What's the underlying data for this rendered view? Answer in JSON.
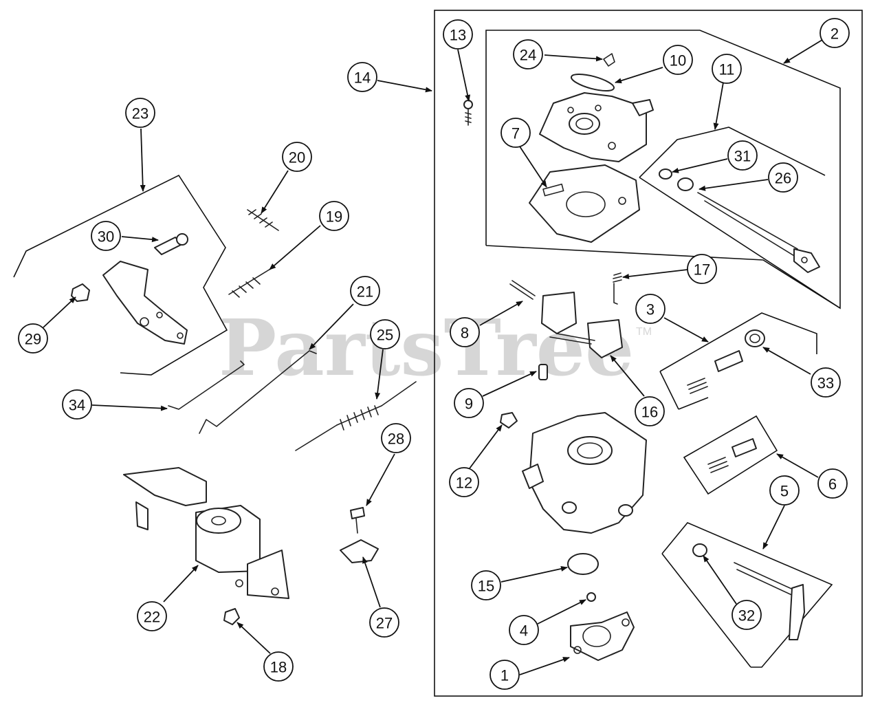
{
  "watermark": {
    "brand": "PartsTree",
    "trademark": "TM"
  },
  "callouts": [
    {
      "id": "c1",
      "label": "1"
    },
    {
      "id": "c2",
      "label": "2"
    },
    {
      "id": "c3",
      "label": "3"
    },
    {
      "id": "c4",
      "label": "4"
    },
    {
      "id": "c5",
      "label": "5"
    },
    {
      "id": "c6",
      "label": "6"
    },
    {
      "id": "c7",
      "label": "7"
    },
    {
      "id": "c8",
      "label": "8"
    },
    {
      "id": "c9",
      "label": "9"
    },
    {
      "id": "c10",
      "label": "10"
    },
    {
      "id": "c11",
      "label": "11"
    },
    {
      "id": "c12",
      "label": "12"
    },
    {
      "id": "c13",
      "label": "13"
    },
    {
      "id": "c14",
      "label": "14"
    },
    {
      "id": "c15",
      "label": "15"
    },
    {
      "id": "c16",
      "label": "16"
    },
    {
      "id": "c17",
      "label": "17"
    },
    {
      "id": "c18",
      "label": "18"
    },
    {
      "id": "c19",
      "label": "19"
    },
    {
      "id": "c20",
      "label": "20"
    },
    {
      "id": "c21",
      "label": "21"
    },
    {
      "id": "c22",
      "label": "22"
    },
    {
      "id": "c23",
      "label": "23"
    },
    {
      "id": "c24",
      "label": "24"
    },
    {
      "id": "c25",
      "label": "25"
    },
    {
      "id": "c26",
      "label": "26"
    },
    {
      "id": "c27",
      "label": "27"
    },
    {
      "id": "c28",
      "label": "28"
    },
    {
      "id": "c29",
      "label": "29"
    },
    {
      "id": "c30",
      "label": "30"
    },
    {
      "id": "c31",
      "label": "31"
    },
    {
      "id": "c32",
      "label": "32"
    },
    {
      "id": "c33",
      "label": "33"
    },
    {
      "id": "c34",
      "label": "34"
    }
  ]
}
